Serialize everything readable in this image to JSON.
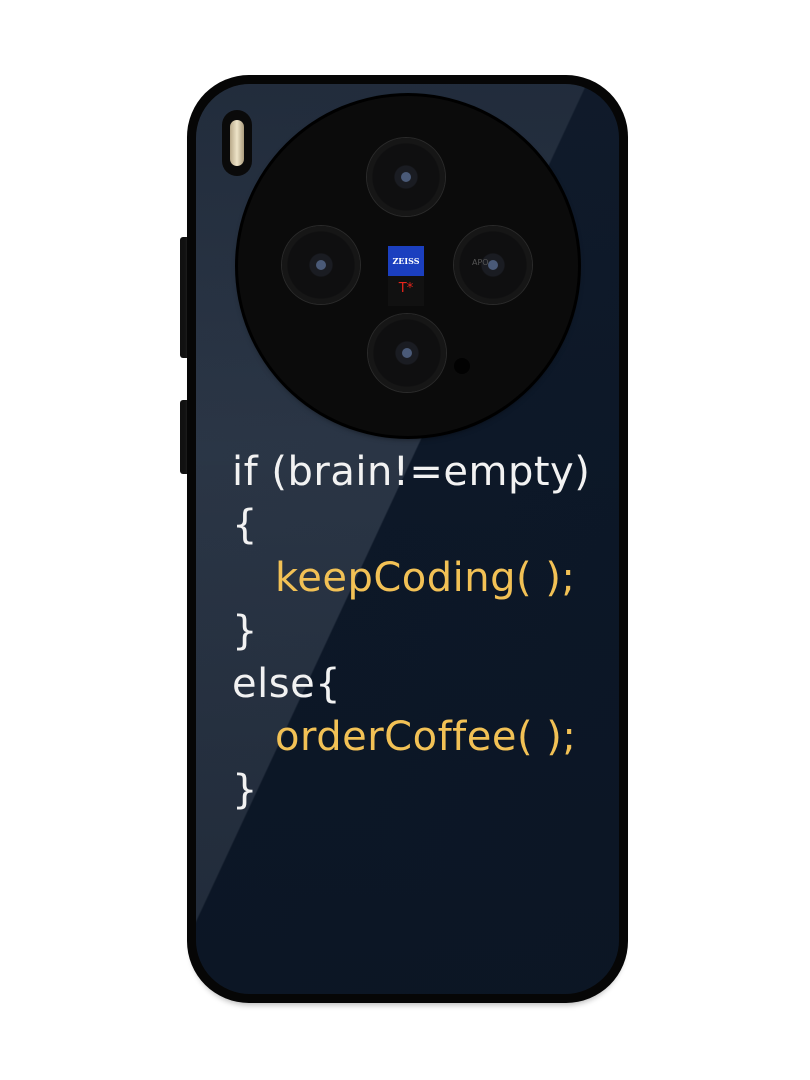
{
  "product": {
    "code_lines": [
      {
        "text": "if (brain!=empty)",
        "color": "#f2f2f2",
        "indent": false
      },
      {
        "text": "{",
        "color": "#f2f2f2",
        "indent": false
      },
      {
        "text": "keepCoding( );",
        "color": "#f2c155",
        "indent": true
      },
      {
        "text": "}",
        "color": "#f2f2f2",
        "indent": false
      },
      {
        "text": "else{",
        "color": "#f2f2f2",
        "indent": false
      },
      {
        "text": "orderCoffee( );",
        "color": "#f2c155",
        "indent": true
      },
      {
        "text": "}",
        "color": "#f2f2f2",
        "indent": false
      }
    ],
    "camera": {
      "brand": "ZEISS",
      "badge": "T*",
      "lens_label": "APO"
    },
    "colors": {
      "case_background": "#0d1828",
      "highlight": "#2a3545",
      "text": "#f2f2f2",
      "accent": "#f2c155"
    }
  }
}
